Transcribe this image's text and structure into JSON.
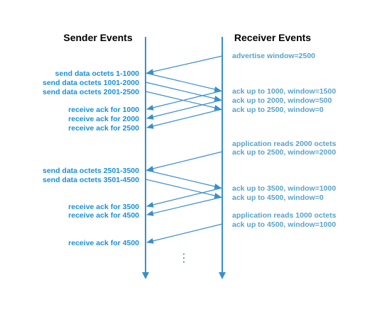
{
  "headers": {
    "sender": "Sender Events",
    "receiver": "Receiver Events"
  },
  "colors": {
    "sender_text": "#1a8fd6",
    "receiver_text": "#5aa3c8",
    "timeline": "#3a8fcc",
    "arrow": "#3a8fcc",
    "header": "#000000"
  },
  "sender_events": [
    "send data octets 1-1000",
    "send data octets 1001-2000",
    "send data octets 2001-2500",
    "receive ack for 1000",
    "receive ack for 2000",
    "receive ack for 2500",
    "send data octets 2501-3500",
    "send data octets 3501-4500",
    "receive ack for 3500",
    "receive ack for 4500",
    "receive ack for 4500"
  ],
  "receiver_events": [
    "advertise window=2500",
    "ack up to 1000, window=1500",
    "ack up to 2000, window=500",
    "ack up to 2500, window=0",
    "application reads 2000 octets",
    "ack up to 2500, window=2000",
    "ack up to 3500, window=1000",
    "ack up to 4500, window=0",
    "application reads 1000 octets",
    "ack up to 4500, window=1000"
  ],
  "continuation": "⋮"
}
